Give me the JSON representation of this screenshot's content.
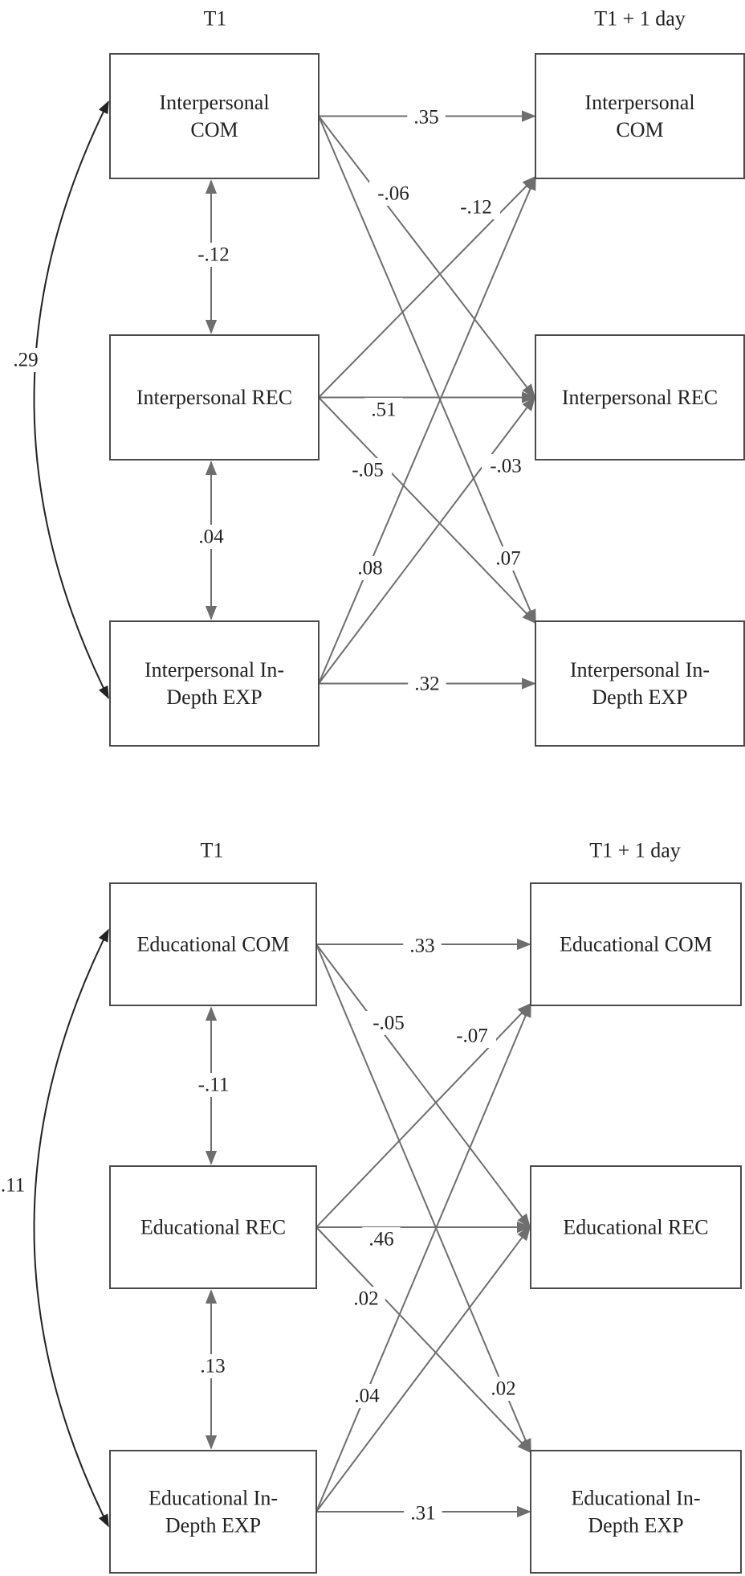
{
  "colors": {
    "box_border": "#4a4a4a",
    "path": "#6e6e6e",
    "long_covariance": "#222222",
    "text": "#222222"
  },
  "panels": [
    {
      "id": "interpersonal",
      "time_left": "T1",
      "time_right": "T1 + 1 day",
      "left_nodes": [
        [
          "Interpersonal",
          "COM"
        ],
        [
          "Interpersonal REC"
        ],
        [
          "Interpersonal In-",
          "Depth EXP"
        ]
      ],
      "right_nodes": [
        [
          "Interpersonal",
          "COM"
        ],
        [
          "Interpersonal REC"
        ],
        [
          "Interpersonal In-",
          "Depth EXP"
        ]
      ],
      "covariances": {
        "com_rec": "-.12",
        "rec_exp": ".04",
        "com_exp": ".29"
      },
      "paths": [
        {
          "from": 0,
          "to": 0,
          "value": ".35"
        },
        {
          "from": 0,
          "to": 1,
          "value": "-.06"
        },
        {
          "from": 0,
          "to": 2,
          "value": ".07"
        },
        {
          "from": 1,
          "to": 0,
          "value": "-.12"
        },
        {
          "from": 1,
          "to": 1,
          "value": ".51"
        },
        {
          "from": 1,
          "to": 2,
          "value": "-.05"
        },
        {
          "from": 2,
          "to": 0,
          "value": ".08"
        },
        {
          "from": 2,
          "to": 1,
          "value": "-.03"
        },
        {
          "from": 2,
          "to": 2,
          "value": ".32"
        }
      ]
    },
    {
      "id": "educational",
      "time_left": "T1",
      "time_right": "T1 + 1 day",
      "left_nodes": [
        [
          "Educational COM"
        ],
        [
          "Educational  REC"
        ],
        [
          "Educational In-",
          "Depth EXP"
        ]
      ],
      "right_nodes": [
        [
          "Educational COM"
        ],
        [
          "Educational  REC"
        ],
        [
          "Educational In-",
          "Depth EXP"
        ]
      ],
      "covariances": {
        "com_rec": "-.11",
        "rec_exp": ".13",
        "com_exp": ".11"
      },
      "paths": [
        {
          "from": 0,
          "to": 0,
          "value": ".33"
        },
        {
          "from": 0,
          "to": 1,
          "value": "-.05"
        },
        {
          "from": 0,
          "to": 2,
          "value": ".02"
        },
        {
          "from": 1,
          "to": 0,
          "value": "-.07"
        },
        {
          "from": 1,
          "to": 1,
          "value": ".46"
        },
        {
          "from": 1,
          "to": 2,
          "value": ".02"
        },
        {
          "from": 2,
          "to": 0,
          "value": ".04"
        },
        {
          "from": 2,
          "to": 1,
          "value": ""
        },
        {
          "from": 2,
          "to": 2,
          "value": ".31"
        }
      ]
    }
  ]
}
